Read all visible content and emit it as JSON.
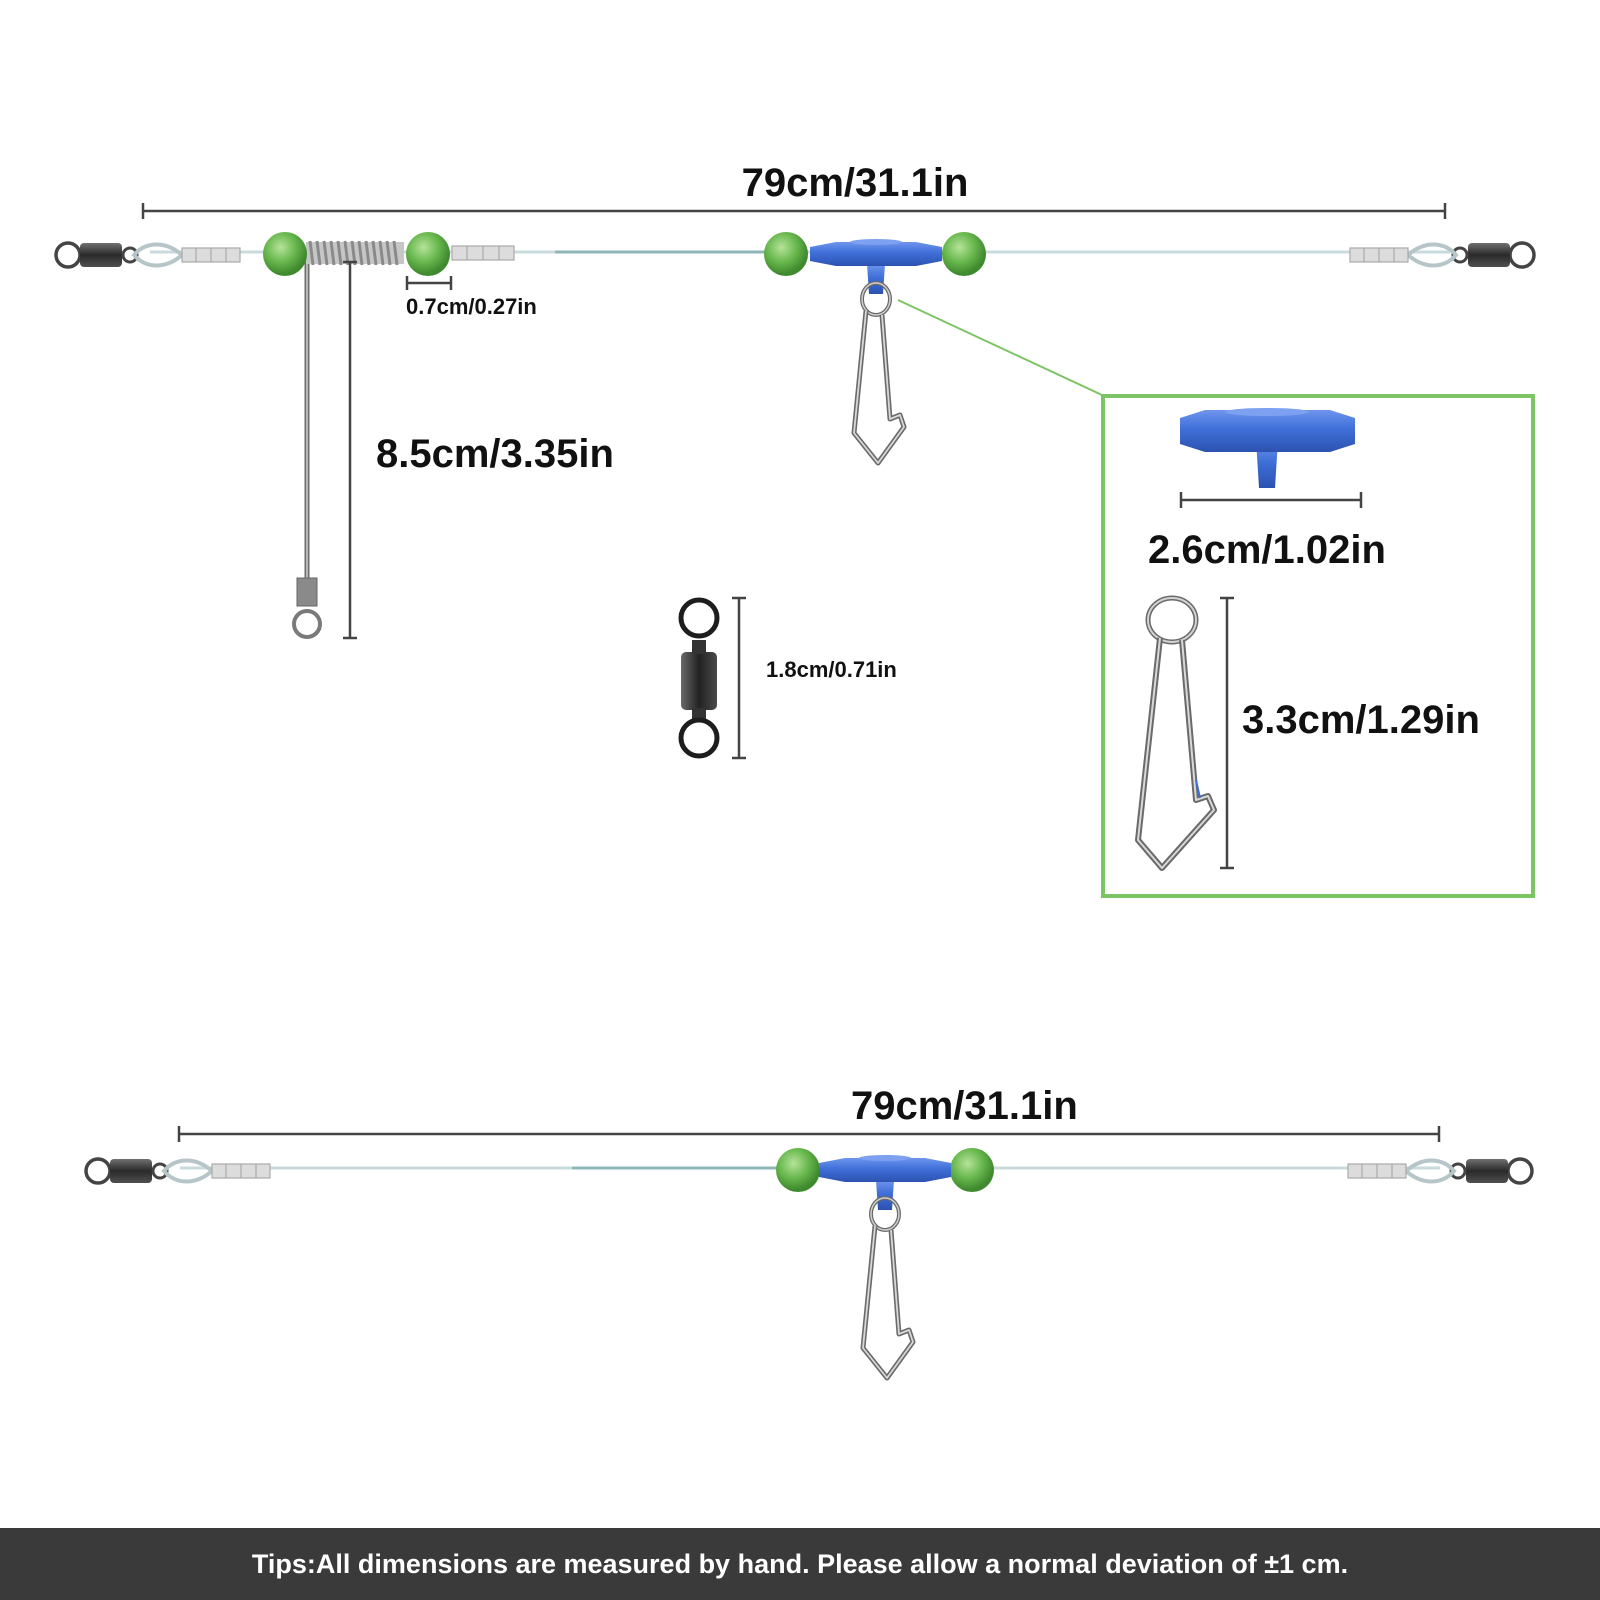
{
  "rig_top": {
    "overall_length": "79cm/31.1in",
    "spacer_length": "0.7cm/0.27in",
    "arm_length": "8.5cm/3.35in"
  },
  "swivel": {
    "length": "1.8cm/0.71in"
  },
  "detail": {
    "connector_width": "2.6cm/1.02in",
    "snap_length": "3.3cm/1.29in"
  },
  "rig_bottom": {
    "overall_length": "79cm/31.1in"
  },
  "tips": "Tips:All dimensions are measured by hand. Please allow a normal deviation of ±1 cm.",
  "colors": {
    "bead": "#6ab94f",
    "connector": "#3f6fd8",
    "detail_border": "#7cc464",
    "line": "#c9dbdd",
    "tips_bar": "#3a3a3a"
  }
}
